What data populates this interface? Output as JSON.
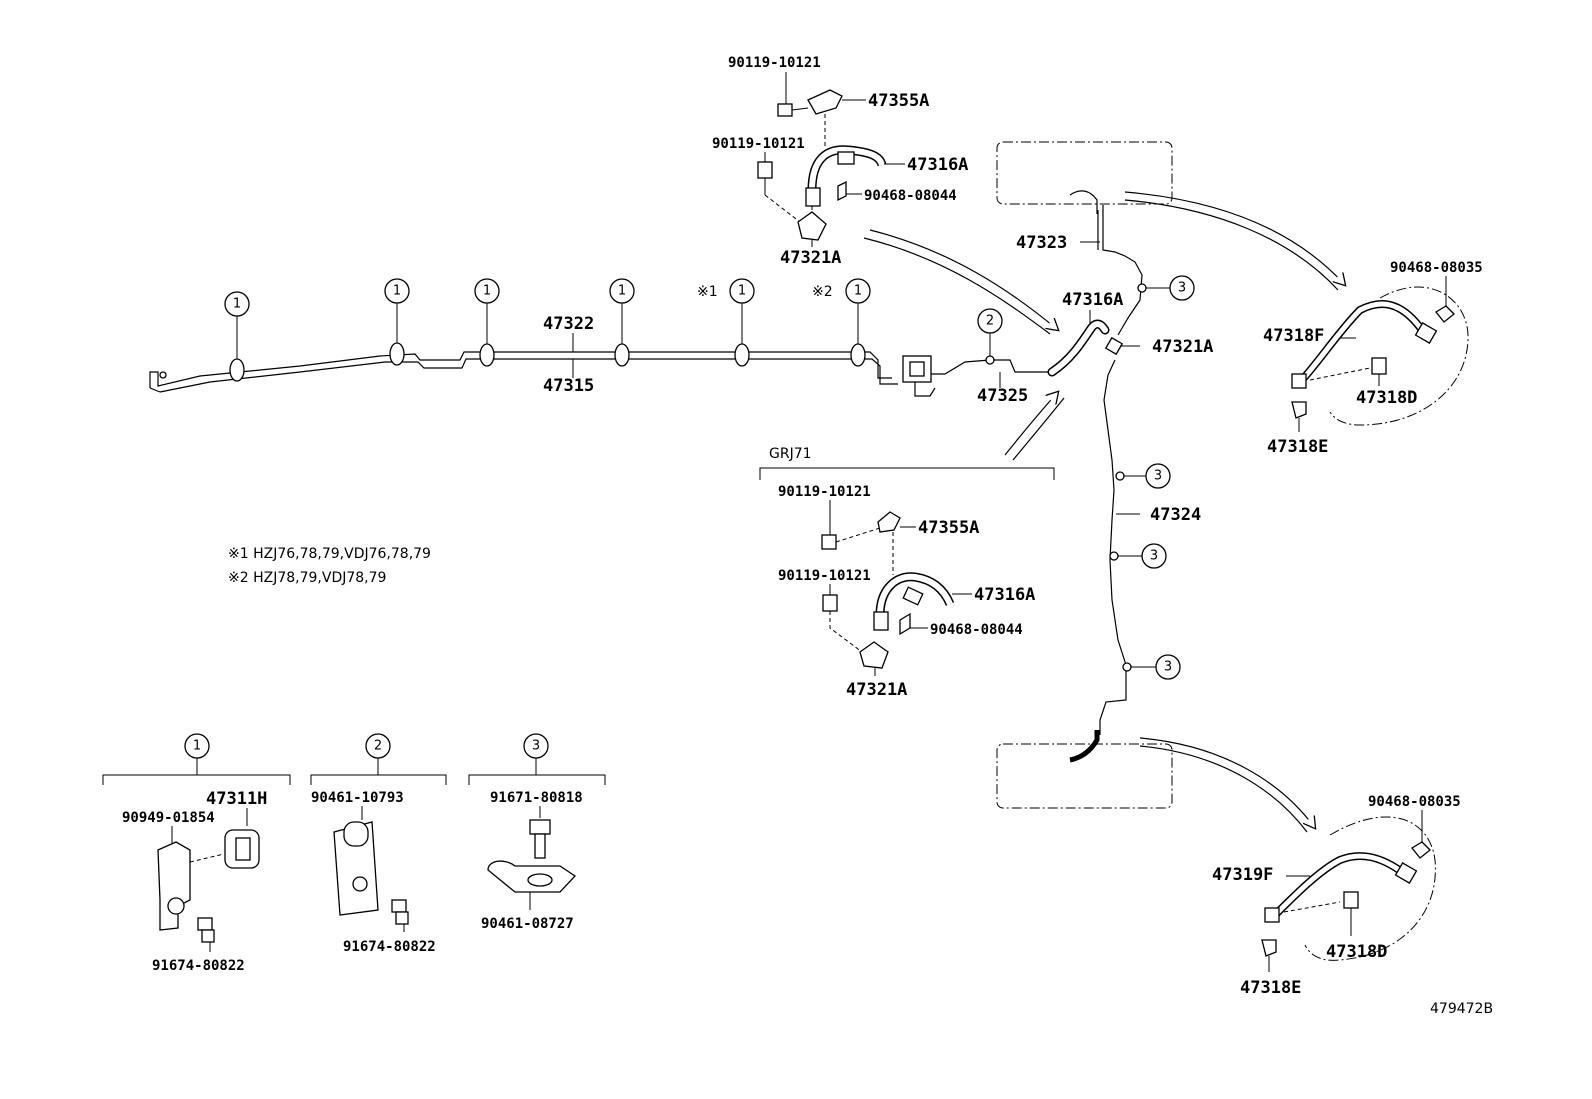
{
  "labels": {
    "p90119_10121_top": "90119-10121",
    "p47355A_top": "47355A",
    "p90119_10121_top2": "90119-10121",
    "p47316A_top": "47316A",
    "p90468_08044_top": "90468-08044",
    "p47321A_top": "47321A",
    "p47322": "47322",
    "p47315": "47315",
    "p47325": "47325",
    "p47316A_mid": "47316A",
    "p47321A_mid": "47321A",
    "p47323": "47323",
    "p47324": "47324",
    "grj71": "GRJ71",
    "p90119_10121_grj1": "90119-10121",
    "p47355A_grj": "47355A",
    "p90119_10121_grj2": "90119-10121",
    "p47316A_grj": "47316A",
    "p90468_08044_grj": "90468-08044",
    "p47321A_grj": "47321A",
    "p90468_08035_a": "90468-08035",
    "p47318F": "47318F",
    "p47318D_a": "47318D",
    "p47318E_a": "47318E",
    "p90468_08035_b": "90468-08035",
    "p47319F": "47319F",
    "p47318D_b": "47318D",
    "p47318E_b": "47318E",
    "note1_mark": "※1",
    "note2_mark": "※2",
    "note1": "※1 HZJ76,78,79,VDJ76,78,79",
    "note2": "※2 HZJ78,79,VDJ78,79",
    "g1_47311H": "47311H",
    "g1_90949_01854": "90949-01854",
    "g1_91674_80822": "91674-80822",
    "g2_90461_10793": "90461-10793",
    "g2_91674_80822": "91674-80822",
    "g3_91671_80818": "91671-80818",
    "g3_90461_08727": "90461-08727",
    "diagram_id": "479472B"
  },
  "callouts": {
    "c1": "1",
    "c2": "2",
    "c3": "3"
  }
}
